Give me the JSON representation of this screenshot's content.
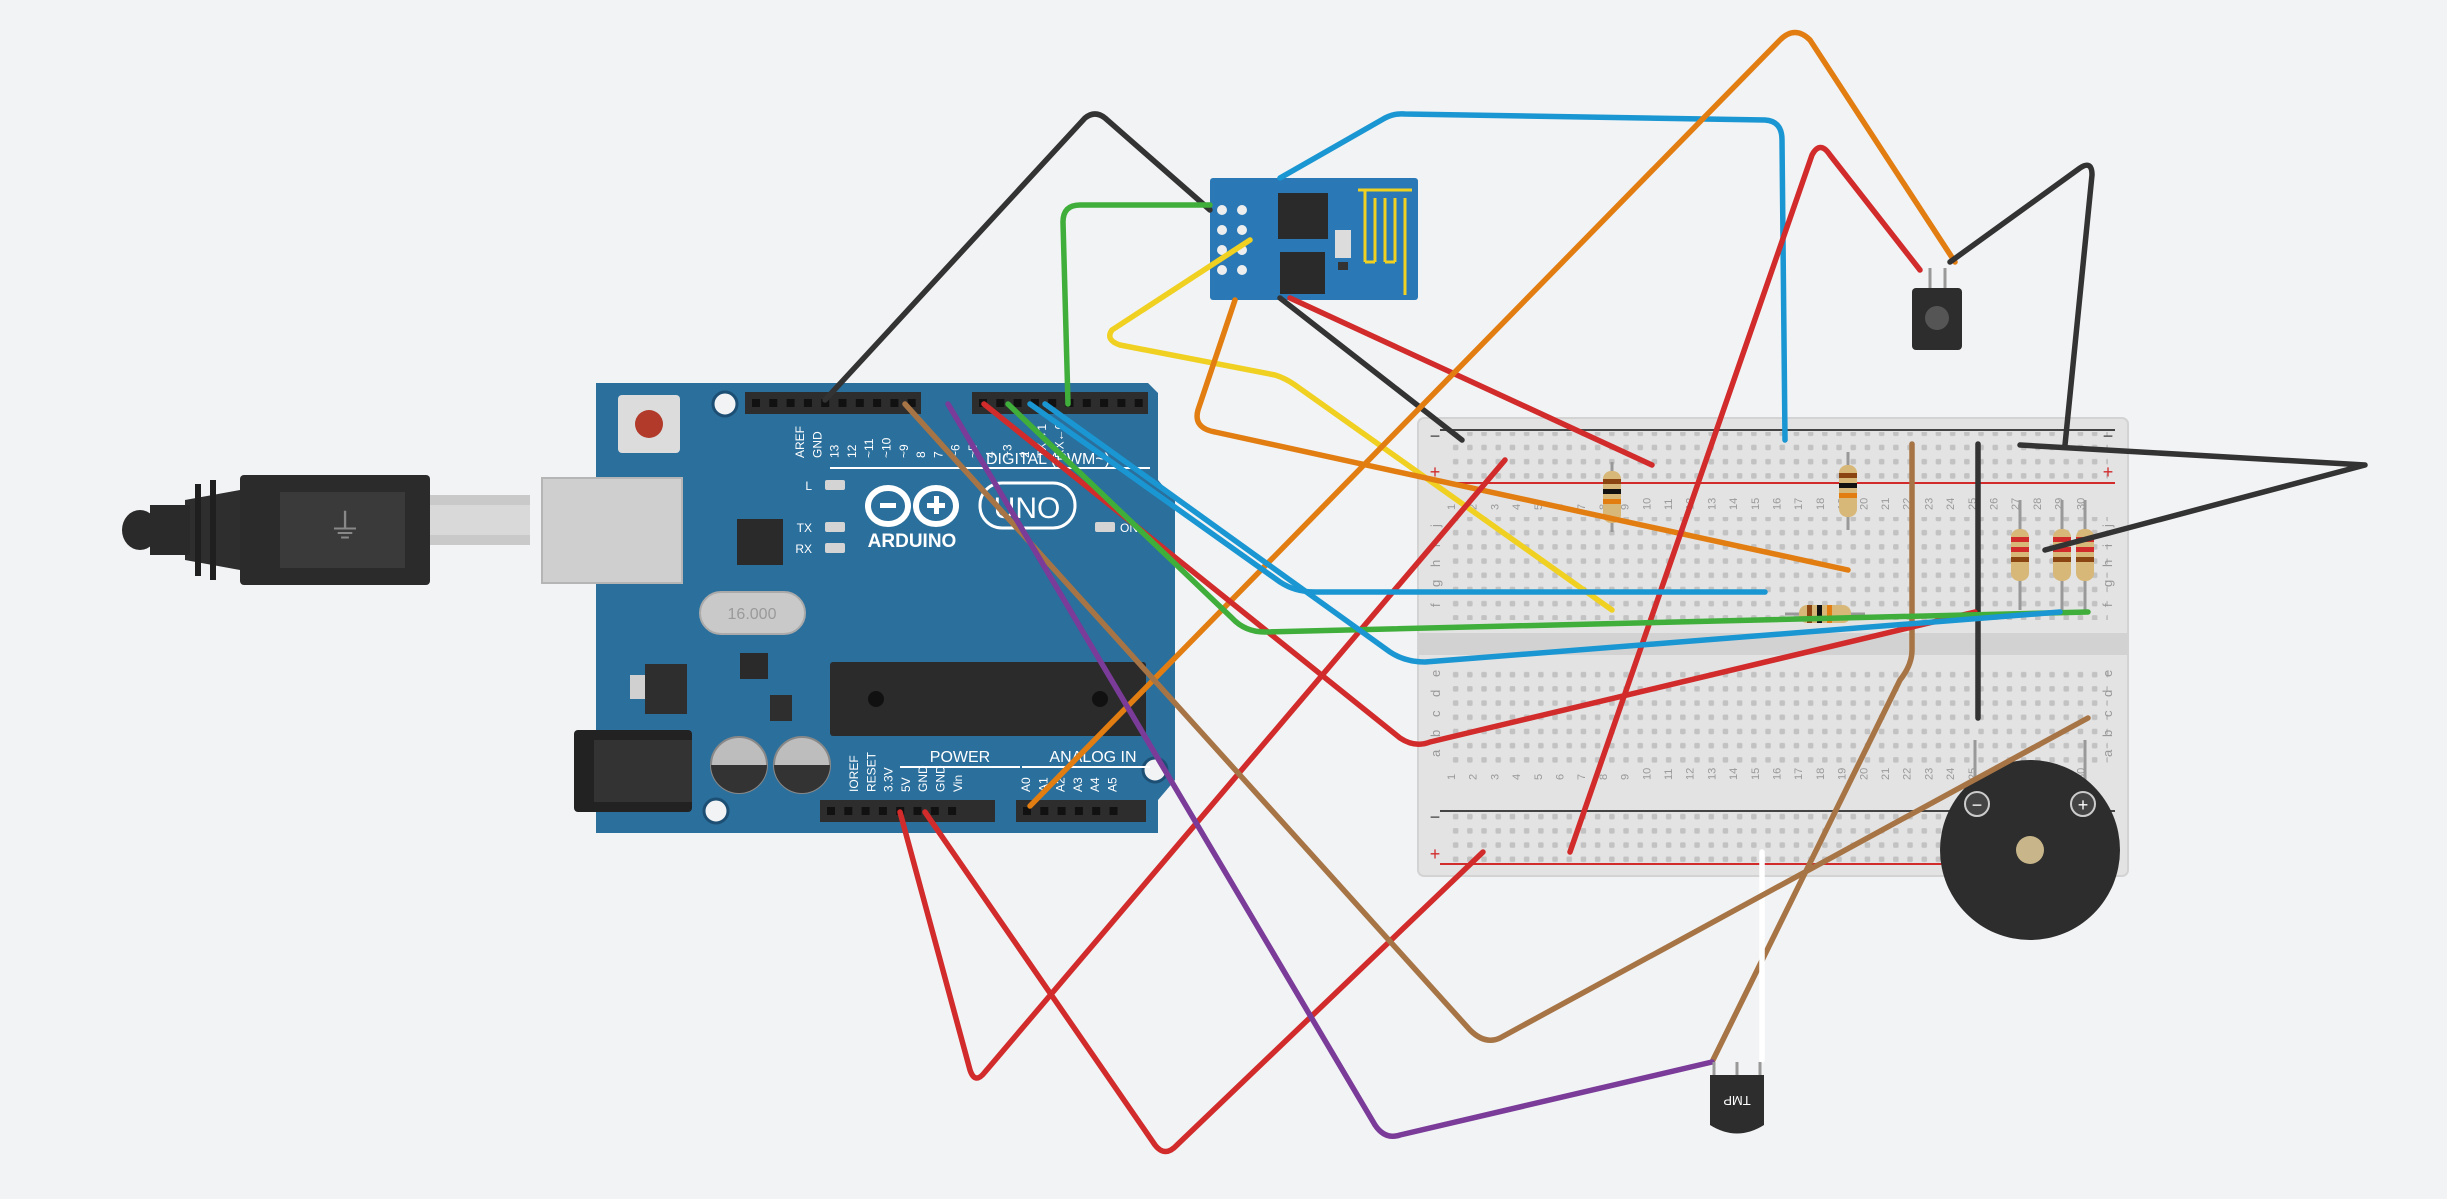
{
  "arduino": {
    "brand": "ARDUINO",
    "model": "UNO",
    "digital_header_label": "DIGITAL (PWM~)",
    "power_label": "POWER",
    "analog_label": "ANALOG IN",
    "led_labels": [
      "L",
      "TX",
      "RX"
    ],
    "on_label": "ON",
    "crystal_label": "16.000",
    "top_pins": [
      "AREF",
      "GND",
      "13",
      "12",
      "~11",
      "~10",
      "~9",
      "8",
      "7",
      "~6",
      "~5",
      "4",
      "~3",
      "2",
      "TX→1",
      "RX←0"
    ],
    "power_pins": [
      "IOREF",
      "RESET",
      "3.3V",
      "5V",
      "GND",
      "GND",
      "Vin"
    ],
    "analog_pins": [
      "A0",
      "A1",
      "A2",
      "A3",
      "A4",
      "A5"
    ]
  },
  "breadboard": {
    "rail_minus": "−",
    "rail_plus": "+",
    "row_letters_top": [
      "j",
      "i",
      "h",
      "g",
      "f"
    ],
    "row_letters_bottom": [
      "e",
      "d",
      "c",
      "b",
      "a"
    ],
    "column_numbers": [
      "1",
      "2",
      "3",
      "4",
      "5",
      "6",
      "7",
      "8",
      "9",
      "10",
      "11",
      "12",
      "13",
      "14",
      "15",
      "16",
      "17",
      "18",
      "19",
      "20",
      "21",
      "22",
      "23",
      "24",
      "25",
      "26",
      "27",
      "28",
      "29",
      "30"
    ]
  },
  "buzzer": {
    "minus": "−",
    "plus": "+"
  },
  "temp_sensor": {
    "label": "TMP"
  },
  "colors": {
    "background": "#f2f3f5",
    "arduino_board": "#2b6f9c",
    "wifi_module": "#2a79b6",
    "wire_black": "#333333",
    "wire_red": "#d22b2b",
    "wire_orange": "#e27d12",
    "wire_blue": "#1a96d2",
    "wire_green": "#3fae3a",
    "wire_yellow": "#f0d020",
    "wire_brown": "#a77545",
    "wire_purple": "#7a3b99",
    "wire_white": "#ffffff"
  }
}
